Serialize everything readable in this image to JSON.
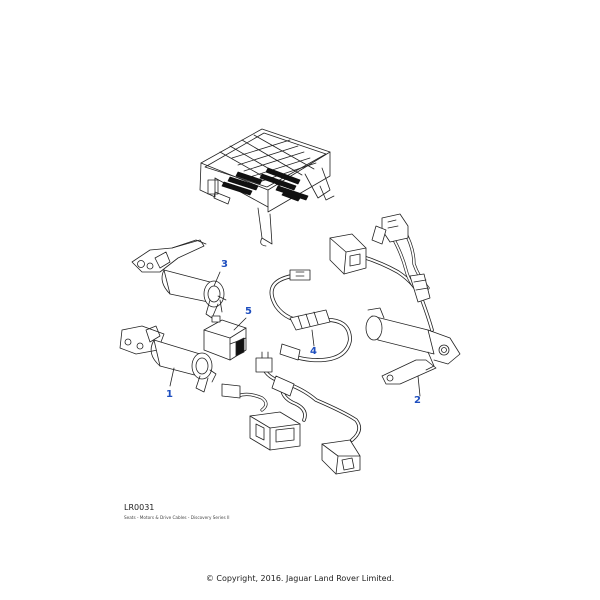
{
  "callouts": [
    {
      "id": "1",
      "label": "1"
    },
    {
      "id": "2",
      "label": "2"
    },
    {
      "id": "3",
      "label": "3"
    },
    {
      "id": "4",
      "label": "4"
    },
    {
      "id": "5",
      "label": "5"
    }
  ],
  "reference_code": "LR0031",
  "caption": "Seats - Motors & Drive Cables - Discovery Series II",
  "copyright": "© Copyright, 2016. Jaguar Land Rover Limited.",
  "colors": {
    "callout": "#1f4fbf",
    "line": "#222222"
  }
}
